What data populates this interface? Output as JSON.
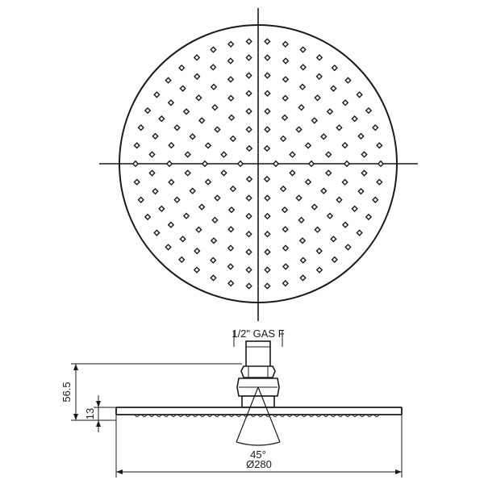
{
  "drawing": {
    "top_view": {
      "nozzle_count_visible": "approx. 150",
      "nozzle_shape": "diamond"
    },
    "side_view": {
      "connection_label": "1/2\" GAS F",
      "height_total_label": "56.5",
      "plate_thickness_label": "13",
      "spray_angle_label": "45°",
      "diameter_label": "Ø280"
    },
    "colors": {
      "line": "#1a1a1a",
      "background": "#ffffff"
    }
  }
}
